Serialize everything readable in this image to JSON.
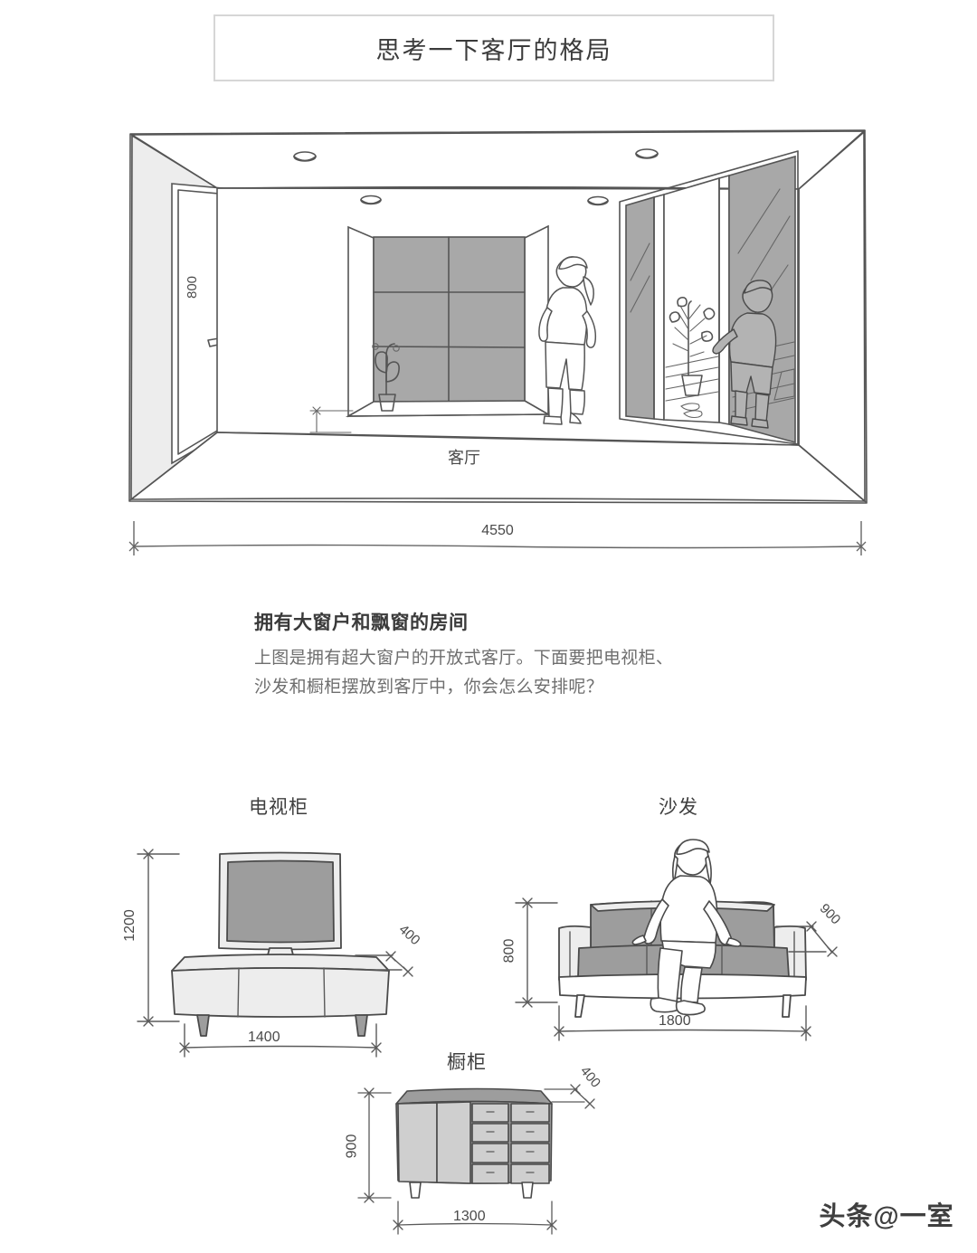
{
  "page": {
    "title": "思考一下客厅的格局",
    "watermark": "头条@一室",
    "colors": {
      "ink": "#4a4a4a",
      "wall_shade": "#ededed",
      "glass_shade": "#a8a8a8",
      "furniture_shade": "#9d9d9d",
      "furniture_light": "#d9d9d9",
      "title_border": "#d6d6d6",
      "body_text": "#6e6e6e"
    }
  },
  "room": {
    "label": "客厅",
    "sill_height_label": "800",
    "width_label": "4550",
    "features": {
      "door": "door-left-wall",
      "bay_window": "bay-window-rear-wall",
      "sliding_doors": "sliding-glass-doors-right",
      "ceiling_lights": 4,
      "people": [
        "woman-walking-indoors",
        "boy-on-balcony"
      ],
      "plants": [
        "cactus-on-windowsill",
        "potted-tree-balcony"
      ]
    }
  },
  "copy": {
    "heading": "拥有大窗户和飘窗的房间",
    "line1": "上图是拥有超大窗户的开放式客厅。下面要把电视柜、",
    "line2": "沙发和橱柜摆放到客厅中，你会怎么安排呢？"
  },
  "furniture": [
    {
      "id": "tv-cabinet",
      "title": "电视柜",
      "height_label": "1200",
      "width_label": "1400",
      "depth_label": "400"
    },
    {
      "id": "sofa",
      "title": "沙发",
      "height_label": "800",
      "width_label": "1800",
      "depth_label": "900"
    },
    {
      "id": "cabinet",
      "title": "橱柜",
      "height_label": "900",
      "width_label": "1300",
      "depth_label": "400"
    }
  ]
}
